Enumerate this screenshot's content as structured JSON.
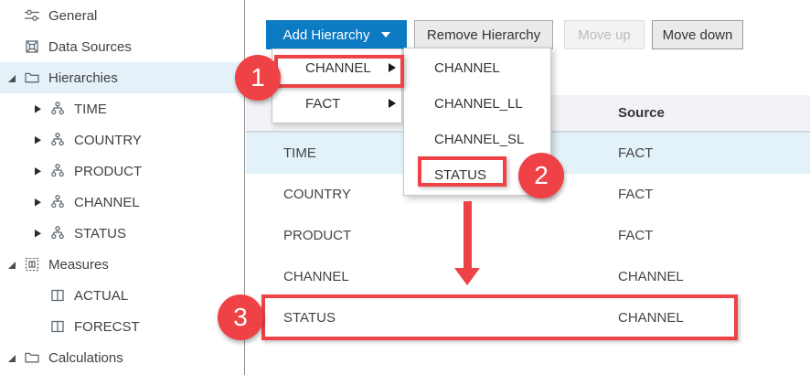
{
  "colors": {
    "accent_blue": "#0d7ac4",
    "annotation_red": "#ee4247",
    "selected_row_blue": "#e3f1f9",
    "sidebar_selected_blue": "#e5f1f9",
    "table_header_bg": "#f1f3f6"
  },
  "sidebar": {
    "items": [
      {
        "label": "General",
        "icon": "sliders-icon"
      },
      {
        "label": "Data Sources",
        "icon": "data-frame-icon"
      },
      {
        "label": "Hierarchies",
        "icon": "folder-icon",
        "state": "expanded",
        "selected": true
      },
      {
        "label": "TIME",
        "icon": "hierarchy-icon",
        "state": "collapsed"
      },
      {
        "label": "COUNTRY",
        "icon": "hierarchy-icon",
        "state": "collapsed"
      },
      {
        "label": "PRODUCT",
        "icon": "hierarchy-icon",
        "state": "collapsed"
      },
      {
        "label": "CHANNEL",
        "icon": "hierarchy-icon",
        "state": "collapsed"
      },
      {
        "label": "STATUS",
        "icon": "hierarchy-icon",
        "state": "collapsed"
      },
      {
        "label": "Measures",
        "icon": "measures-icon",
        "state": "expanded"
      },
      {
        "label": "ACTUAL",
        "icon": "columns-icon"
      },
      {
        "label": "FORECST",
        "icon": "columns-icon"
      },
      {
        "label": "Calculations",
        "icon": "folder-icon",
        "state": "expanded"
      }
    ]
  },
  "toolbar": {
    "add_hierarchy": "Add Hierarchy",
    "remove_hierarchy": "Remove Hierarchy",
    "move_up": "Move up",
    "move_down": "Move down",
    "move_up_disabled": true
  },
  "menu": {
    "items": [
      {
        "label": "CHANNEL",
        "has_submenu": true
      },
      {
        "label": "FACT",
        "has_submenu": true
      }
    ]
  },
  "submenu": {
    "items": [
      "CHANNEL",
      "CHANNEL_LL",
      "CHANNEL_SL",
      "STATUS"
    ]
  },
  "table": {
    "source_header": "Source",
    "rows": [
      {
        "name": "TIME",
        "source": "FACT",
        "selected": true
      },
      {
        "name": "COUNTRY",
        "source": "FACT"
      },
      {
        "name": "PRODUCT",
        "source": "FACT"
      },
      {
        "name": "CHANNEL",
        "source": "CHANNEL"
      },
      {
        "name": "STATUS",
        "source": "CHANNEL"
      }
    ]
  },
  "annotations": {
    "step1": "1",
    "step2": "2",
    "step3": "3"
  }
}
